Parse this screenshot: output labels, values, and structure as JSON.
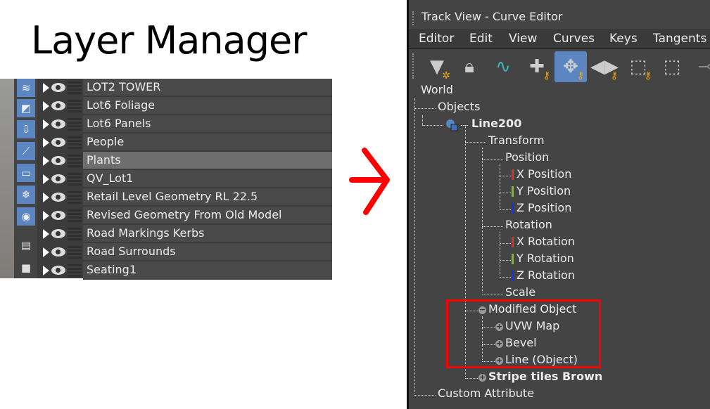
{
  "heading": "Layer Manager",
  "layer_manager": {
    "layers": [
      {
        "name": "LOT2 TOWER"
      },
      {
        "name": "Lot6 Foliage"
      },
      {
        "name": "Lot6 Panels"
      },
      {
        "name": "People"
      },
      {
        "name": "Plants",
        "selected": true
      },
      {
        "name": "QV_Lot1"
      },
      {
        "name": "Retail Level Geometry RL 22.5"
      },
      {
        "name": "Revised Geometry From Old Model"
      },
      {
        "name": "Road Markings Kerbs"
      },
      {
        "name": "Road Surrounds"
      },
      {
        "name": "Seating1"
      }
    ],
    "toolbar_icons": [
      "water-icon",
      "layer-box-icon",
      "import-icon",
      "brush-icon",
      "archive-icon",
      "freeze-icon",
      "visibility-icon",
      "document-icon",
      "blank-icon"
    ]
  },
  "track_view": {
    "title": "Track View - Curve Editor",
    "menu": [
      "Editor",
      "Edit",
      "View",
      "Curves",
      "Keys",
      "Tangents"
    ],
    "toolbar": [
      "filter-icon",
      "lock-selection-icon",
      "draw-curve-icon",
      "add-key-icon",
      "move-keys-icon",
      "slide-keys-icon",
      "scale-keys-icon",
      "scale-values-icon",
      "params-icon"
    ],
    "tree": {
      "world": "World",
      "objects": "Objects",
      "line200": "Line200",
      "transform": "Transform",
      "position": "Position",
      "x_position": "X Position",
      "y_position": "Y Position",
      "z_position": "Z Position",
      "rotation": "Rotation",
      "x_rotation": "X Rotation",
      "y_rotation": "Y Rotation",
      "z_rotation": "Z Rotation",
      "scale": "Scale",
      "modified_object": "Modified Object",
      "uvw_map": "UVW Map",
      "bevel": "Bevel",
      "line_object": "Line (Object)",
      "stripe": "Stripe tiles Brown",
      "custom_attribute": "Custom Attribute"
    },
    "axis_colors": {
      "x": "#e0301e",
      "y": "#7ac010",
      "z": "#1030ff"
    }
  },
  "highlight_color": "#ff0000"
}
